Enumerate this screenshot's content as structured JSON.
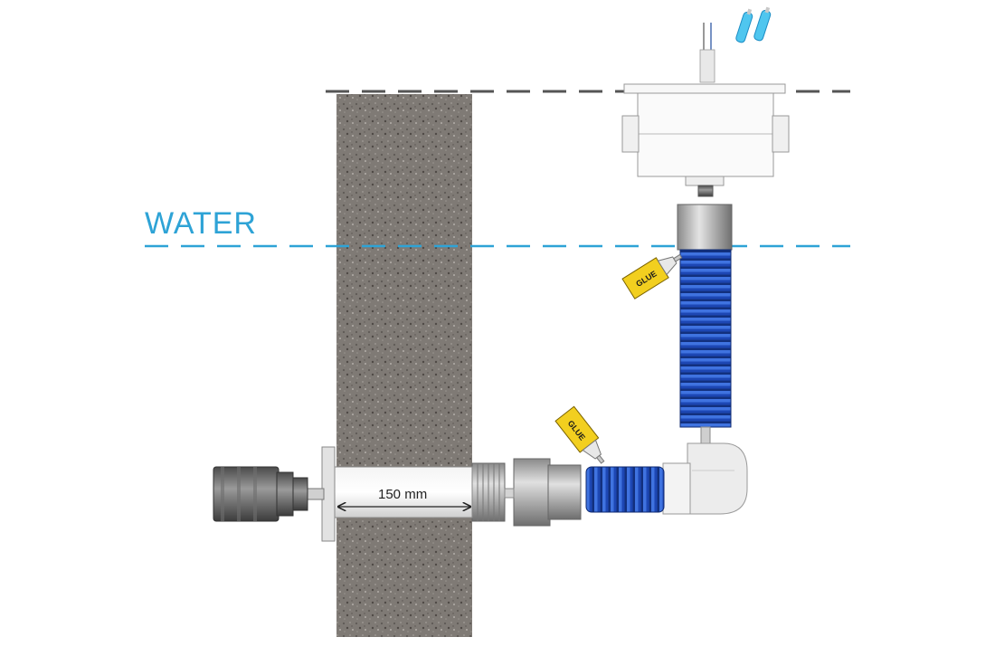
{
  "labels": {
    "water": "WATER",
    "dimension": "150 mm",
    "glue": "GLUE"
  },
  "colors": {
    "water_line": "#2ea3d6",
    "hose": "#1f4fc0",
    "glue_tube": "#f2cf1f",
    "wall": "#7d7873",
    "pipe": "#e6e6e6"
  },
  "icons": [
    "junction-box-icon",
    "wire-connector-icon",
    "glue-tube-icon",
    "corrugated-hose-icon",
    "elbow-fitting-icon",
    "wall-sleeve-icon",
    "lamp-body-icon"
  ]
}
